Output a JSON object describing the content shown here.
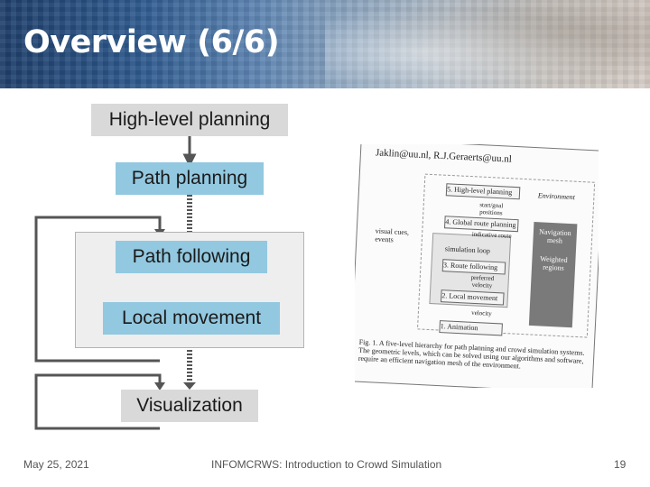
{
  "slide": {
    "title": "Overview (6/6)",
    "colors": {
      "header": "#2f5b8f",
      "grey_box": "#d9d9d9",
      "blue_box": "#92c8e0",
      "connector": "#555555"
    }
  },
  "flow": {
    "high_level": "High-level planning",
    "path_planning": "Path planning",
    "path_following": "Path following",
    "local_movement": "Local movement",
    "visualization": "Visualization"
  },
  "paper_figure": {
    "emails": "Jaklin@uu.nl, R.J.Geraerts@uu.nl",
    "caption": "Fig. 1. A five-level hierarchy for path planning and crowd simulation systems. The geometric levels, which can be solved using our algorithms and software, require an efficient navigation mesh of the environment.",
    "levels": [
      "5. High-level planning",
      "4. Global route planning",
      "3. Route following",
      "2. Local movement",
      "1. Animation"
    ],
    "arrows": [
      "start/goal positions",
      "indicative route",
      "preferred velocity",
      "velocity"
    ],
    "left_label": "visual cues, events",
    "loop_label": "simulation loop",
    "environment": "Environment",
    "nav_mesh": "Navigation mesh",
    "weighted": "Weighted regions"
  },
  "footer": {
    "date": "May 25, 2021",
    "course": "INFOMCRWS: Introduction to Crowd Simulation",
    "page": "19"
  }
}
